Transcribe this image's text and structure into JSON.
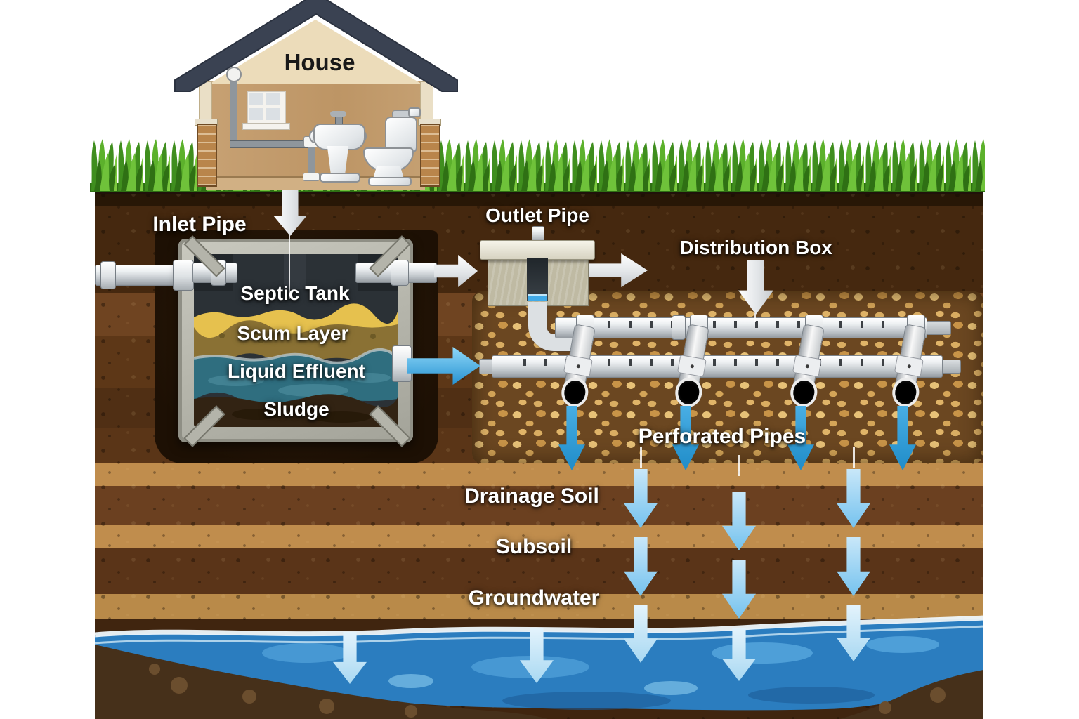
{
  "labels": {
    "house": "House",
    "inlet_pipe": "Inlet Pipe",
    "outlet_pipe": "Outlet Pipe",
    "distribution_box": "Distribution Box",
    "septic_tank": "Septic Tank",
    "scum_layer": "Scum Layer",
    "liquid_effluent": "Liquid Effluent",
    "sludge": "Sludge",
    "perforated_pipes": "Perforated Pipes",
    "drainage_soil": "Drainage Soil",
    "subsoil": "Subsoil",
    "groundwater": "Groundwater"
  },
  "colors": {
    "grass_green": "#4e9c28",
    "topsoil_brown": "#45280f",
    "tan_band": "#c08d4d",
    "gravel_tan": "#d9ad62",
    "scum_yellow": "#e6c14e",
    "scum_olive": "#8a7134",
    "effluent_teal": "#2f6e7f",
    "sludge_brown": "#322313",
    "groundwater_blue": "#2b7dbf",
    "flow_arrow_blue": "#2792d2",
    "cascade_arrow_blue": "#8ecdf0",
    "pipe_white": "#f2f2f2",
    "concrete_gray": "#b3b3a9",
    "roof_slate": "#3a4252",
    "wall_tan": "#c7a173",
    "gable_cream": "#ecdcba",
    "label_white": "#ffffff"
  }
}
